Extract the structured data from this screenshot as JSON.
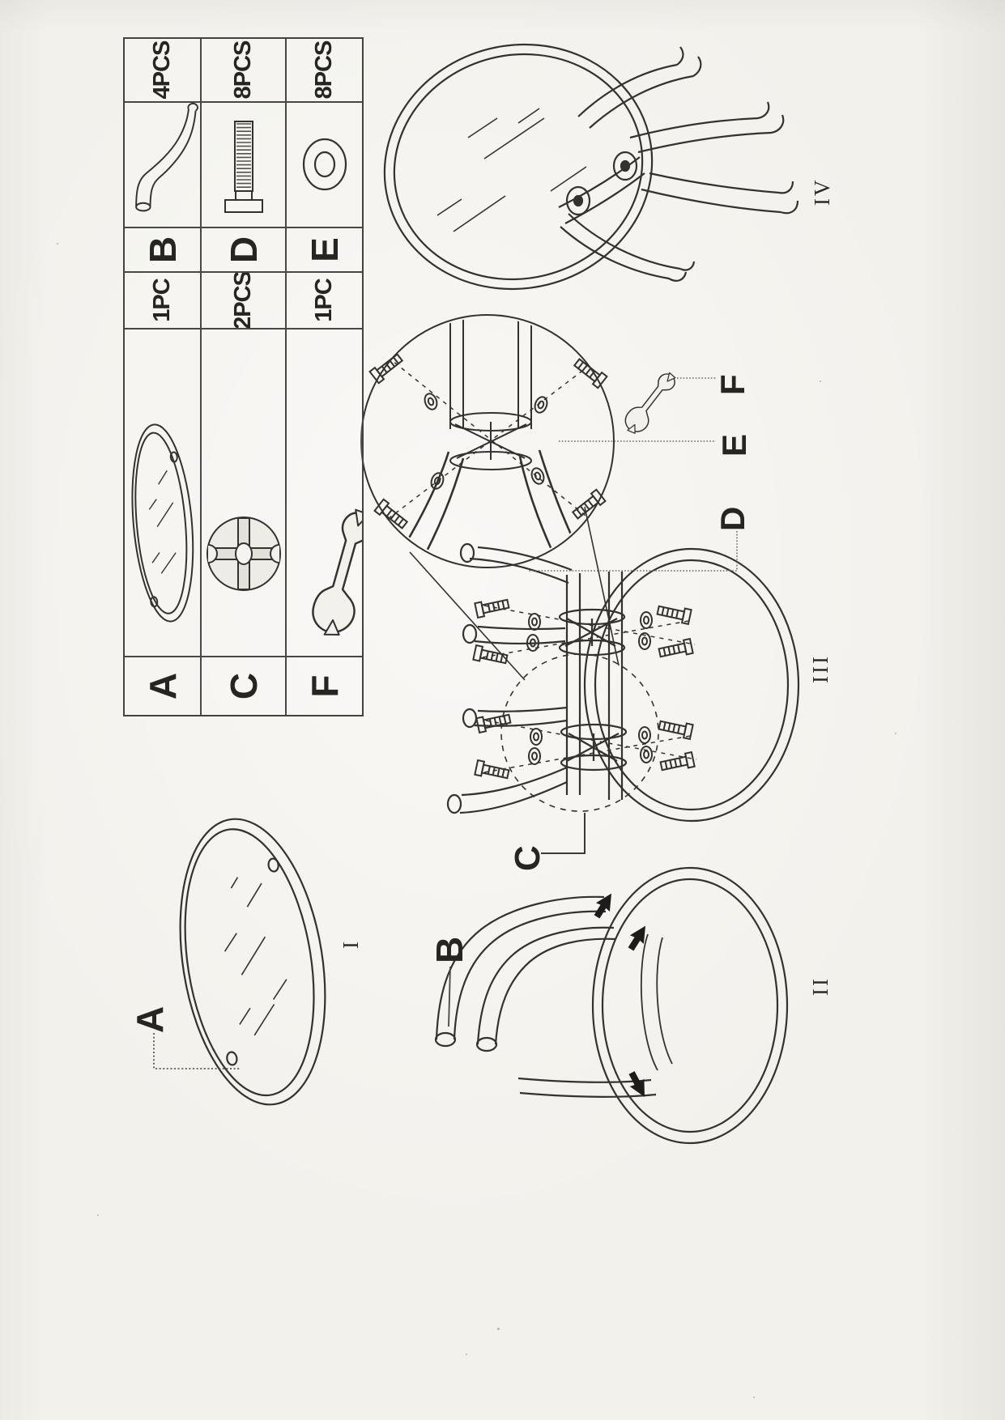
{
  "colors": {
    "paper": "#f3f1ec",
    "ink": "#34322e",
    "text": "#262522"
  },
  "parts_table": {
    "rows": [
      {
        "left": {
          "letter": "A",
          "icon": "glass-top-icon",
          "qty": "1PC"
        },
        "right": {
          "letter": "B",
          "icon": "leg-tube-icon",
          "qty": "4PCS"
        }
      },
      {
        "left": {
          "letter": "C",
          "icon": "cross-support-icon",
          "qty": "2PCS"
        },
        "right": {
          "letter": "D",
          "icon": "bolt-icon",
          "qty": "8PCS"
        }
      },
      {
        "left": {
          "letter": "F",
          "icon": "wrench-icon",
          "qty": "1PC"
        },
        "right": {
          "letter": "E",
          "icon": "washer-icon",
          "qty": "8PCS"
        }
      }
    ]
  },
  "steps": [
    {
      "numeral": "I"
    },
    {
      "numeral": "II"
    },
    {
      "numeral": "III"
    },
    {
      "numeral": "IV"
    }
  ],
  "callouts": {
    "step1_label": "A",
    "step2_label": "B",
    "step3_label": "C",
    "detail_labels": [
      "D",
      "E",
      "F"
    ]
  }
}
